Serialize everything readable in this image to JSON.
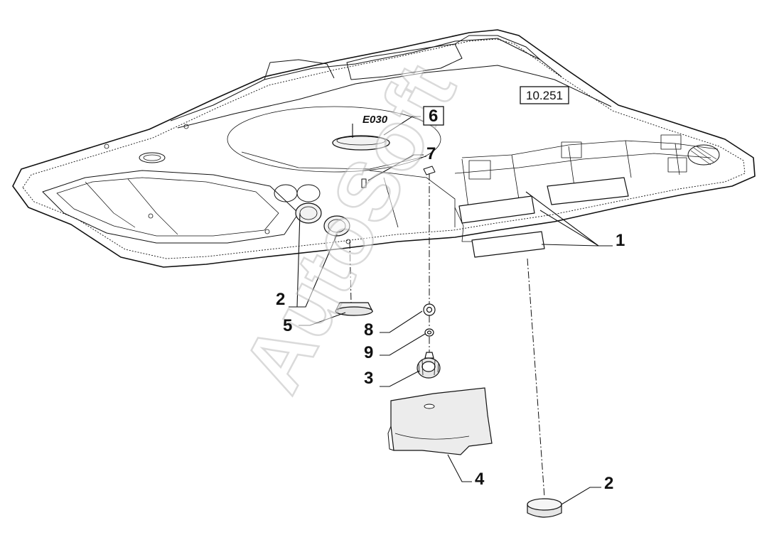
{
  "figure_ref": "10.251",
  "section_code": "E030",
  "watermark": "AutoSoft",
  "callouts": {
    "c1": "1",
    "c2a": "2",
    "c2b": "2",
    "c3": "3",
    "c4": "4",
    "c5": "5",
    "c6": "6",
    "c7": "7",
    "c8": "8",
    "c9": "9"
  },
  "parts": [
    {
      "callout": "1",
      "item": "sun-visor-panels"
    },
    {
      "callout": "2",
      "item": "round-plugs"
    },
    {
      "callout": "3",
      "item": "knob"
    },
    {
      "callout": "4",
      "item": "cover"
    },
    {
      "callout": "5",
      "item": "lamp-lens"
    },
    {
      "callout": "6",
      "item": "dome-lamp"
    },
    {
      "callout": "7",
      "item": "pin"
    },
    {
      "callout": "8",
      "item": "nut"
    },
    {
      "callout": "9",
      "item": "washer"
    }
  ],
  "colors": {
    "line": "#111111",
    "watermark": "#bdbdbd",
    "part_fill": "#f2f2f2"
  }
}
